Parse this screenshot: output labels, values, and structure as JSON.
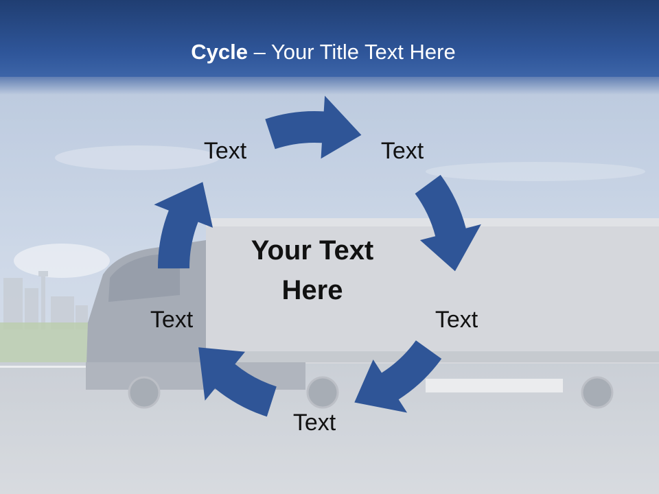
{
  "slide": {
    "title_bold": "Cycle",
    "title_rest": " – Your Title Text Here",
    "center_text_line1": "Your Text",
    "center_text_line2": "Here"
  },
  "cycle": {
    "nodes": [
      {
        "label": "Text"
      },
      {
        "label": "Text"
      },
      {
        "label": "Text"
      },
      {
        "label": "Text"
      },
      {
        "label": "Text"
      }
    ]
  },
  "colors": {
    "title_bar": "#2f569a",
    "arrow": "#2f5597",
    "background": "#c9d3e1",
    "text": "#111111"
  }
}
